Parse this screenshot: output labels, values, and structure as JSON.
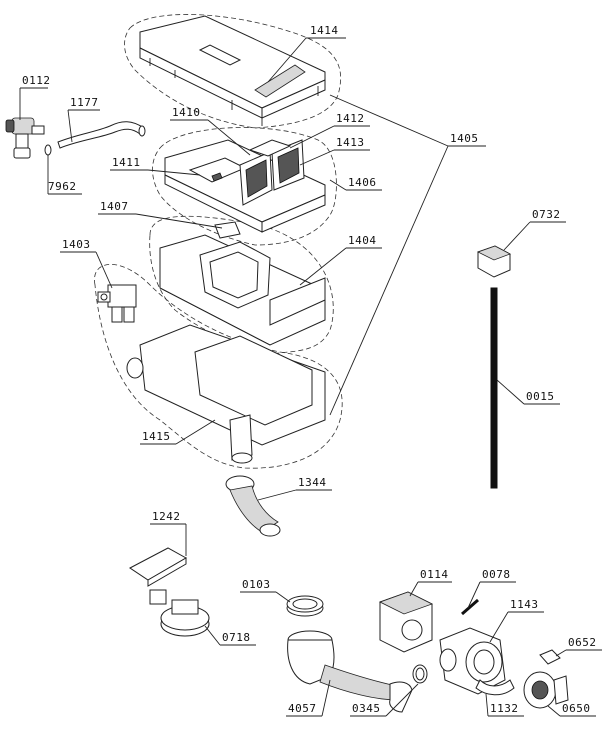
{
  "parts": [
    {
      "id": "p1414",
      "label": "1414"
    },
    {
      "id": "p0112",
      "label": "0112"
    },
    {
      "id": "p1177",
      "label": "1177"
    },
    {
      "id": "p7962",
      "label": "7962"
    },
    {
      "id": "p1410",
      "label": "1410"
    },
    {
      "id": "p1412",
      "label": "1412"
    },
    {
      "id": "p1413",
      "label": "1413"
    },
    {
      "id": "p1411",
      "label": "1411"
    },
    {
      "id": "p1406",
      "label": "1406"
    },
    {
      "id": "p1405",
      "label": "1405"
    },
    {
      "id": "p1407",
      "label": "1407"
    },
    {
      "id": "p1404",
      "label": "1404"
    },
    {
      "id": "p1403",
      "label": "1403"
    },
    {
      "id": "p0732",
      "label": "0732"
    },
    {
      "id": "p0015",
      "label": "0015"
    },
    {
      "id": "p1415",
      "label": "1415"
    },
    {
      "id": "p1344",
      "label": "1344"
    },
    {
      "id": "p1242",
      "label": "1242"
    },
    {
      "id": "p0114",
      "label": "0114"
    },
    {
      "id": "p0078",
      "label": "0078"
    },
    {
      "id": "p0103",
      "label": "0103"
    },
    {
      "id": "p1143",
      "label": "1143"
    },
    {
      "id": "p0718",
      "label": "0718"
    },
    {
      "id": "p0652",
      "label": "0652"
    },
    {
      "id": "p4057",
      "label": "4057"
    },
    {
      "id": "p0345",
      "label": "0345"
    },
    {
      "id": "p1132",
      "label": "1132"
    },
    {
      "id": "p0650",
      "label": "0650"
    }
  ]
}
